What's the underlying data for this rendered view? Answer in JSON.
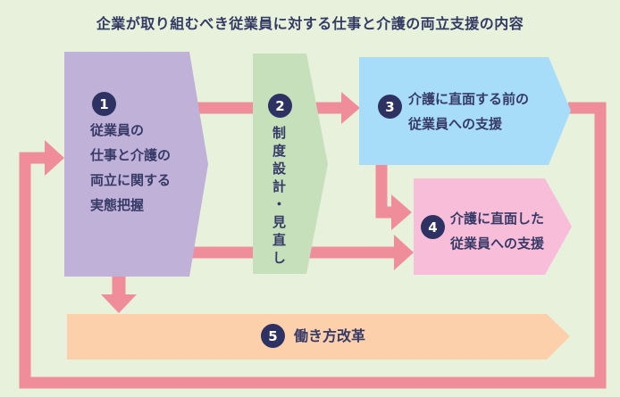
{
  "title": "企業が取り組むべき従業員に対する仕事と介護の両立支援の内容",
  "colors": {
    "background": "#e8f1db",
    "arrow": "#f08d9b",
    "badge_bg": "#2e3263",
    "badge_text": "#ffffff",
    "text": "#373a67",
    "title_text": "#333a64",
    "step1_fill": "#bfb1d8",
    "step2_fill": "#c5e0ba",
    "step3_fill": "#a7ddf8",
    "step4_fill": "#f8bed9",
    "step5_fill": "#fbd0ab"
  },
  "steps": [
    {
      "number": "1",
      "lines": [
        "従業員の",
        "仕事と介護の",
        "両立に関する",
        "実態把握"
      ]
    },
    {
      "number": "2",
      "label": "制度設計・見直し"
    },
    {
      "number": "3",
      "lines": [
        "介護に直面する前の",
        "従業員への支援"
      ]
    },
    {
      "number": "4",
      "lines": [
        "介護に直面した",
        "従業員への支援"
      ]
    },
    {
      "number": "5",
      "label": "働き方改革"
    }
  ]
}
